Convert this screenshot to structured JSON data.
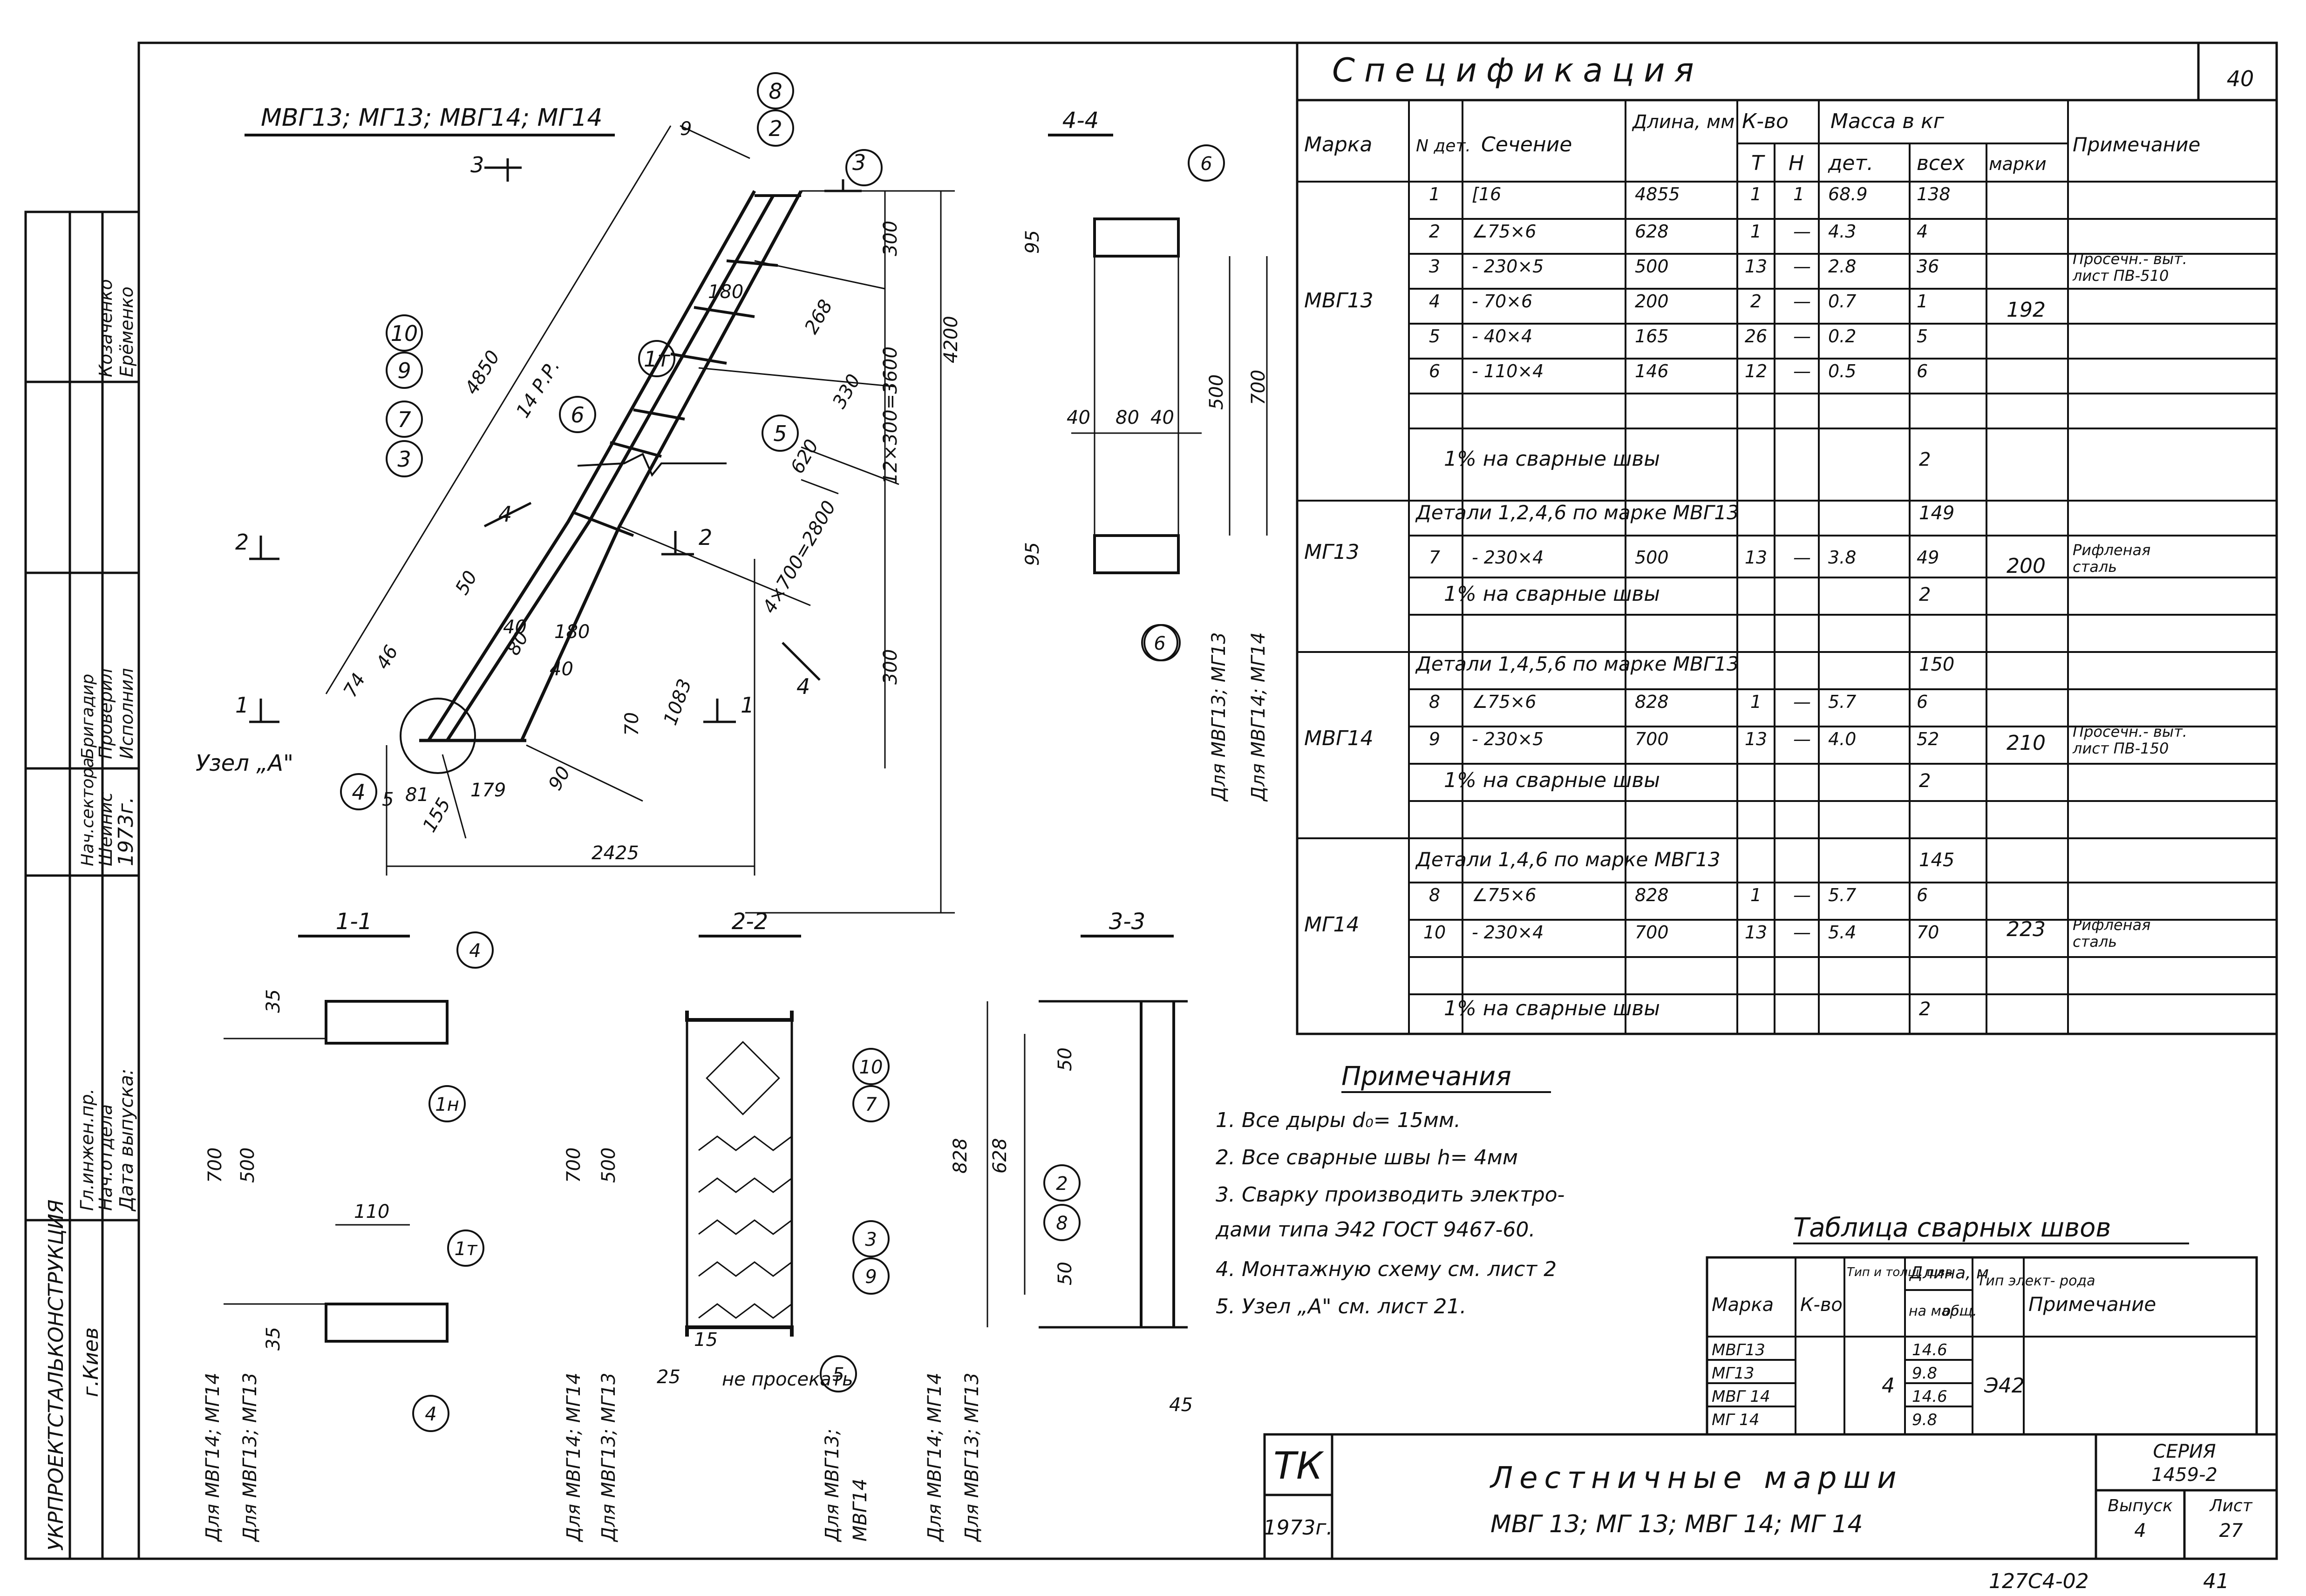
{
  "sheet_no_corner": "40",
  "drawing_title": "МВГ13; МГ13; МВГ14; МГ14",
  "section_labels": {
    "s44": "4-4",
    "s11": "1-1",
    "s22": "2-2",
    "s33": "3-3"
  },
  "node_label": "Узел „А\"",
  "main_dims": {
    "d4850": "4850",
    "d9": "9",
    "d14": "14 Р.Р.",
    "d180a": "180",
    "d268": "268",
    "d330": "330",
    "d620": "620",
    "d300a": "300",
    "d3600": "12×300=3600",
    "d4200": "4200",
    "d2800": "4×700=2800",
    "d300b": "300",
    "d50": "50",
    "d40": "40",
    "d180b": "180",
    "d80": "80",
    "d40b": "40",
    "d70": "70",
    "d1083": "1083",
    "d90": "90",
    "d74": "74",
    "d46": "46",
    "d5": "5",
    "d81": "81",
    "d179": "179",
    "d155": "155",
    "d2425": "2425"
  },
  "callouts": [
    "8",
    "2",
    "10",
    "9",
    "7",
    "3",
    "6",
    "5",
    "4",
    "1т"
  ],
  "cut_marks": {
    "c3": "3",
    "c2a": "2",
    "c2b": "2",
    "c1a": "1",
    "c1b": "1",
    "c4a": "4",
    "c4b": "4"
  },
  "s44": {
    "d95a": "95",
    "d95b": "95",
    "d40": "40",
    "d80": "80",
    "d40b": "40",
    "d500": "500",
    "d700": "700",
    "label_a": "Для МВГ13; МГ13",
    "label_b": "Для МВГ14; МГ14",
    "callout_top": "6",
    "callout_bot": "6"
  },
  "s11": {
    "d35a": "35",
    "d35b": "35",
    "d700": "700",
    "d500": "500",
    "d110": "110",
    "c4a": "4",
    "c1a": "1н",
    "c1b": "1т",
    "c4b": "4",
    "label_a": "Для МВГ14; МГ14",
    "label_b": "Для МВГ13; МГ13"
  },
  "s22": {
    "d700": "700",
    "d500": "500",
    "d15": "15",
    "d25": "25",
    "note": "не просекать",
    "c10": "10",
    "c7": "7",
    "c3": "3",
    "c9": "9",
    "c5": "5",
    "label_a": "Для МВГ14; МГ14",
    "label_b": "Для МВГ13; МГ13",
    "label_c": "Для МВГ13;",
    "label_d": "МВГ14"
  },
  "s33": {
    "d828": "828",
    "d628": "628",
    "d50a": "50",
    "d50b": "50",
    "d45": "45",
    "c2": "2",
    "c8": "8",
    "label_a": "Для МВГ14; МГ14",
    "label_b": "Для МВГ13; МГ13"
  },
  "spec": {
    "title": "Спецификация",
    "headers": {
      "marka": "Марка",
      "ndet": "N дет.",
      "section": "Сечение",
      "length": "Длина, мм",
      "qty": "К-во",
      "t": "Т",
      "n": "Н",
      "mass": "Масса в кг",
      "mdet": "дет.",
      "mall": "всех",
      "mmark": "марки",
      "note": "Примечание"
    },
    "groups": [
      {
        "mark": "МВГ13",
        "total": "192",
        "rows": [
          {
            "n": "1",
            "sec": "[16",
            "len": "4855",
            "t": "1",
            "h": "1",
            "md": "68.9",
            "ma": "138",
            "note": ""
          },
          {
            "n": "2",
            "sec": "∠75×6",
            "len": "628",
            "t": "1",
            "h": "—",
            "md": "4.3",
            "ma": "4",
            "note": ""
          },
          {
            "n": "3",
            "sec": "- 230×5",
            "len": "500",
            "t": "13",
            "h": "—",
            "md": "2.8",
            "ma": "36",
            "note": "Просечн.- выт. лист ПВ-510"
          },
          {
            "n": "4",
            "sec": "- 70×6",
            "len": "200",
            "t": "2",
            "h": "—",
            "md": "0.7",
            "ma": "1",
            "note": ""
          },
          {
            "n": "5",
            "sec": "- 40×4",
            "len": "165",
            "t": "26",
            "h": "—",
            "md": "0.2",
            "ma": "5",
            "note": ""
          },
          {
            "n": "6",
            "sec": "- 110×4",
            "len": "146",
            "t": "12",
            "h": "—",
            "md": "0.5",
            "ma": "6",
            "note": ""
          }
        ],
        "weld": "1% на сварные швы",
        "weld_val": "2"
      },
      {
        "mark": "МГ13",
        "total": "200",
        "pre": "Детали 1,2,4,6 по марке МВГ13",
        "pre_val": "149",
        "rows": [
          {
            "n": "7",
            "sec": "- 230×4",
            "len": "500",
            "t": "13",
            "h": "—",
            "md": "3.8",
            "ma": "49",
            "note": "Рифленая сталь"
          }
        ],
        "weld": "1% на сварные швы",
        "weld_val": "2"
      },
      {
        "mark": "МВГ14",
        "total": "210",
        "pre": "Детали 1,4,5,6 по марке МВГ13",
        "pre_val": "150",
        "rows": [
          {
            "n": "8",
            "sec": "∠75×6",
            "len": "828",
            "t": "1",
            "h": "—",
            "md": "5.7",
            "ma": "6",
            "note": ""
          },
          {
            "n": "9",
            "sec": "- 230×5",
            "len": "700",
            "t": "13",
            "h": "—",
            "md": "4.0",
            "ma": "52",
            "note": "Просечн.- выт. лист ПВ-150"
          }
        ],
        "weld": "1% на сварные швы",
        "weld_val": "2"
      },
      {
        "mark": "МГ14",
        "total": "223",
        "pre": "Детали 1,4,6 по марке МВГ13",
        "pre_val": "145",
        "rows": [
          {
            "n": "8",
            "sec": "∠75×6",
            "len": "828",
            "t": "1",
            "h": "—",
            "md": "5.7",
            "ma": "6",
            "note": ""
          },
          {
            "n": "10",
            "sec": "- 230×4",
            "len": "700",
            "t": "13",
            "h": "—",
            "md": "5.4",
            "ma": "70",
            "note": "Рифленая сталь"
          }
        ],
        "weld": "1% на сварные швы",
        "weld_val": "2"
      }
    ]
  },
  "notes": {
    "title": "Примечания",
    "items": [
      "1. Все дыры d₀= 15мм.",
      "2. Все сварные швы h= 4мм",
      "3. Сварку производить электро-",
      "    дами типа Э42  ГОСТ 9467-60.",
      "4. Монтажную схему см. лист 2",
      "5. Узел „А\" см. лист 21."
    ]
  },
  "weld_table": {
    "title": "Таблица сварных швов",
    "h_mark": "Марка",
    "h_qty": "К-во",
    "h_type": "Тип и толщ. шва",
    "h_len": "Длина, м",
    "h_on": "на мар.",
    "h_total": "общ.",
    "h_el": "Тип элект- рода",
    "h_note": "Примечание",
    "marks": [
      "МВГ13",
      "МГ13",
      "МВГ 14",
      "МГ 14"
    ],
    "lens": [
      "14.6",
      "9.8",
      "14.6",
      "9.8"
    ],
    "weld_size": "4",
    "electrode": "Э42"
  },
  "left_strip": {
    "org": "УКРПРОЕКТСТАЛЬКОНСТРУКЦИЯ",
    "city": "г.Киев",
    "year_label": "1973г.",
    "rows": [
      {
        "role": "Гл.инжен.пр.",
        "name": ""
      },
      {
        "role": "Нач.отдела",
        "name": ""
      },
      {
        "role": "Дата выпуска:",
        "name": ""
      },
      {
        "role": "Нач.сектора",
        "name": "Шеинис"
      },
      {
        "role": "Бригадир",
        "name": "Козаченко"
      },
      {
        "role": "Проверил",
        "name": "Ерёменко"
      },
      {
        "role": "Исполнил",
        "name": ""
      }
    ],
    "names_top": [
      "Козаченко",
      "Ерёменко",
      "Шеинис"
    ]
  },
  "title_block": {
    "tk": "ТК",
    "year": "1973г.",
    "title": "Лестничные марши",
    "subtitle": "МВГ 13;  МГ 13;  МВГ 14;  МГ 14",
    "series_label": "СЕРИЯ",
    "series": "1459-2",
    "issue_label": "Выпуск",
    "issue": "4",
    "sheet_label": "Лист",
    "sheet": "27"
  },
  "footer": {
    "code": "127С4-02",
    "page": "41"
  }
}
